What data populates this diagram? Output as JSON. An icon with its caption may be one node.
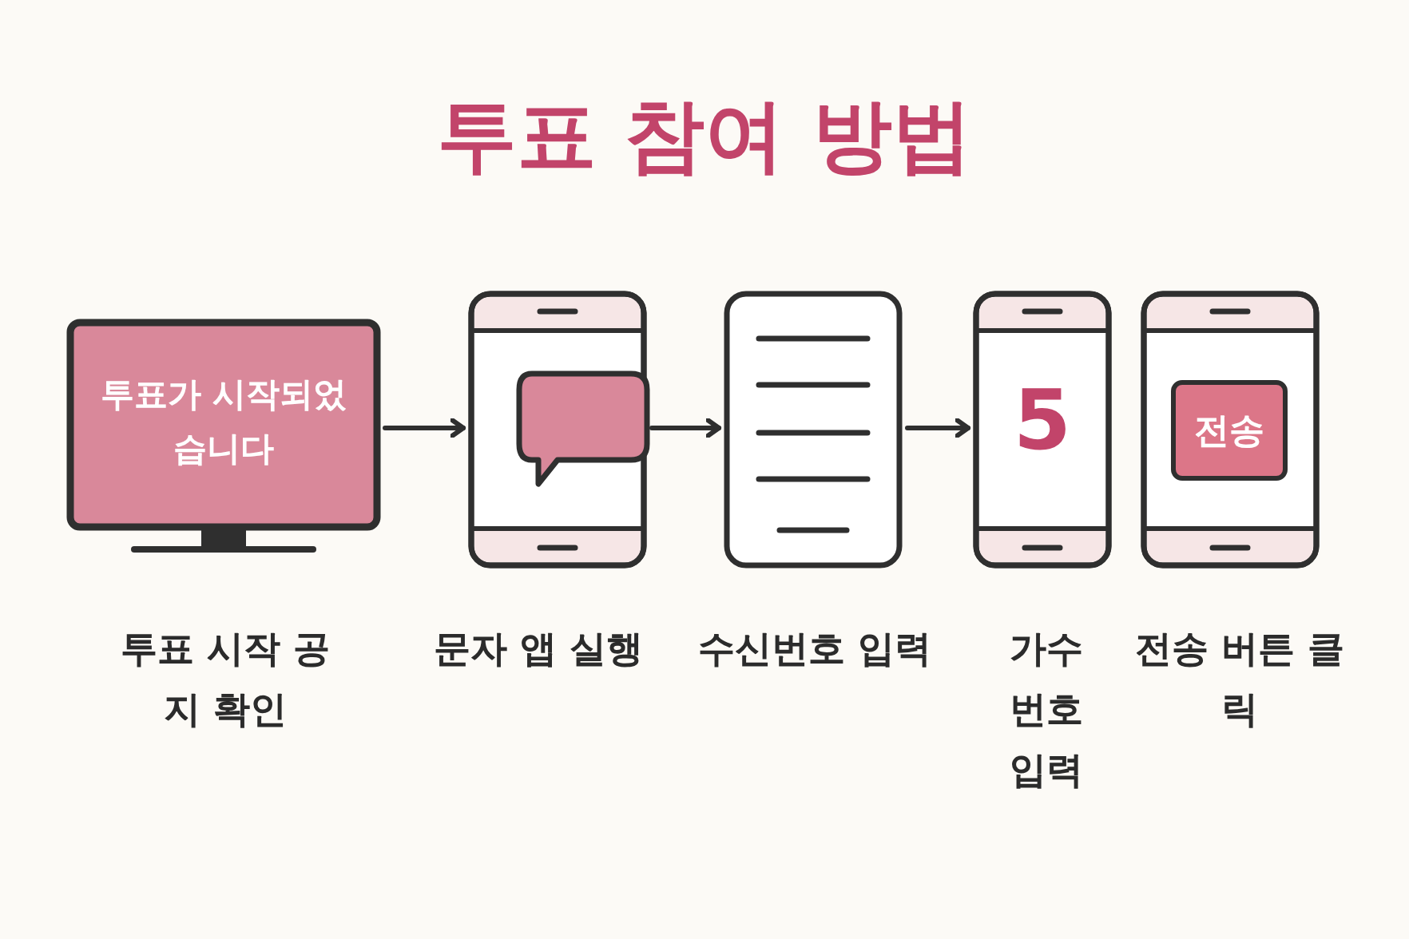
{
  "diagram": {
    "title": "투표 참여 방법",
    "nodes": [
      {
        "text": [
          "투표가 시작되었습니다"
        ],
        "beside": [
          "투표 시작 공지 확인"
        ]
      },
      {
        "text": [],
        "shape": "phone",
        "beside": [
          "문자 앱 실행"
        ]
      },
      {
        "text": [],
        "shape": "document",
        "beside": [
          "수신번호 입력"
        ]
      },
      {
        "text": [
          "5"
        ],
        "beside": [
          "가수 번호 입력"
        ]
      },
      {
        "text": [],
        "shape": "phone",
        "beside": [
          "전송 버튼 클릭"
        ]
      },
      {
        "text": [
          "전송"
        ],
        "in": 4
      }
    ],
    "edges": [
      {
        "from": 0,
        "to": 1,
        "arrow": "to"
      },
      {
        "from": 1,
        "to": 2,
        "arrow": "to"
      },
      {
        "from": 2,
        "to": 3,
        "arrow": "to"
      }
    ]
  }
}
